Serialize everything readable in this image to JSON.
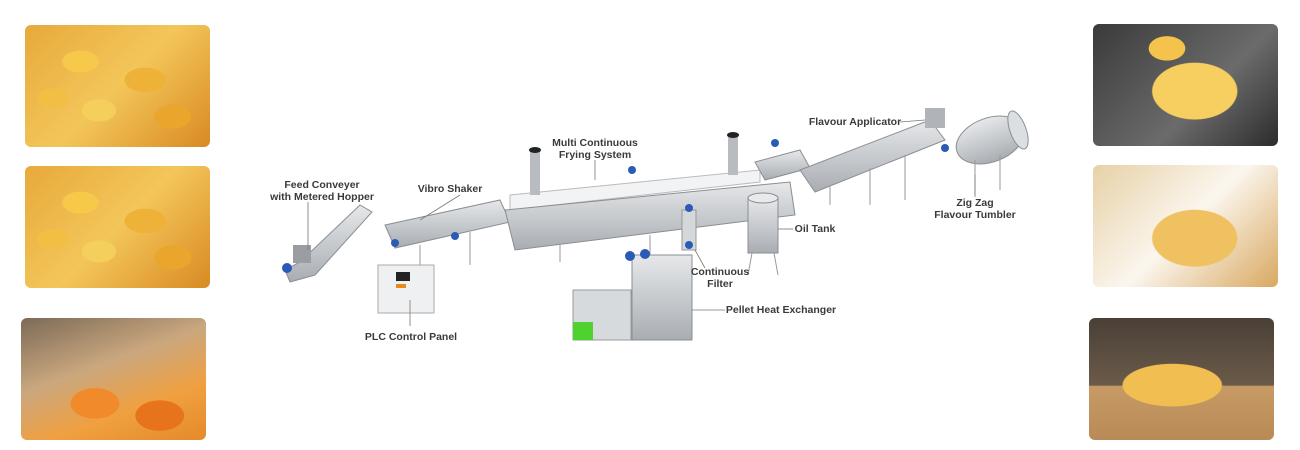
{
  "photos": [
    {
      "side": "left",
      "subject": "seasoned-chips-bowl"
    },
    {
      "side": "left",
      "subject": "potato-chips-pile"
    },
    {
      "side": "left",
      "subject": "chips-bag"
    },
    {
      "side": "right",
      "subject": "chips-glass-bowl"
    },
    {
      "side": "right",
      "subject": "chips-paper"
    },
    {
      "side": "right",
      "subject": "chips-wooden-bowl"
    }
  ],
  "diagram": {
    "labels": {
      "feed_conveyer_1": "Feed Conveyer",
      "feed_conveyer_2": "with Metered Hopper",
      "vibro_shaker": "Vibro Shaker",
      "frying_1": "Multi Continuous",
      "frying_2": "Frying System",
      "flavour_applicator": "Flavour Applicator",
      "tumbler_1": "Zig Zag",
      "tumbler_2": "Flavour Tumbler",
      "oil_tank": "Oil Tank",
      "filter_1": "Continuous",
      "filter_2": "Filter",
      "heat_exchanger": "Pellet Heat Exchanger",
      "plc": "PLC Control Panel"
    },
    "colors": {
      "steel": "#c9ccd0",
      "motor": "#2a5bb5",
      "accent": "#e88a1a",
      "green": "#4fd12e"
    }
  }
}
